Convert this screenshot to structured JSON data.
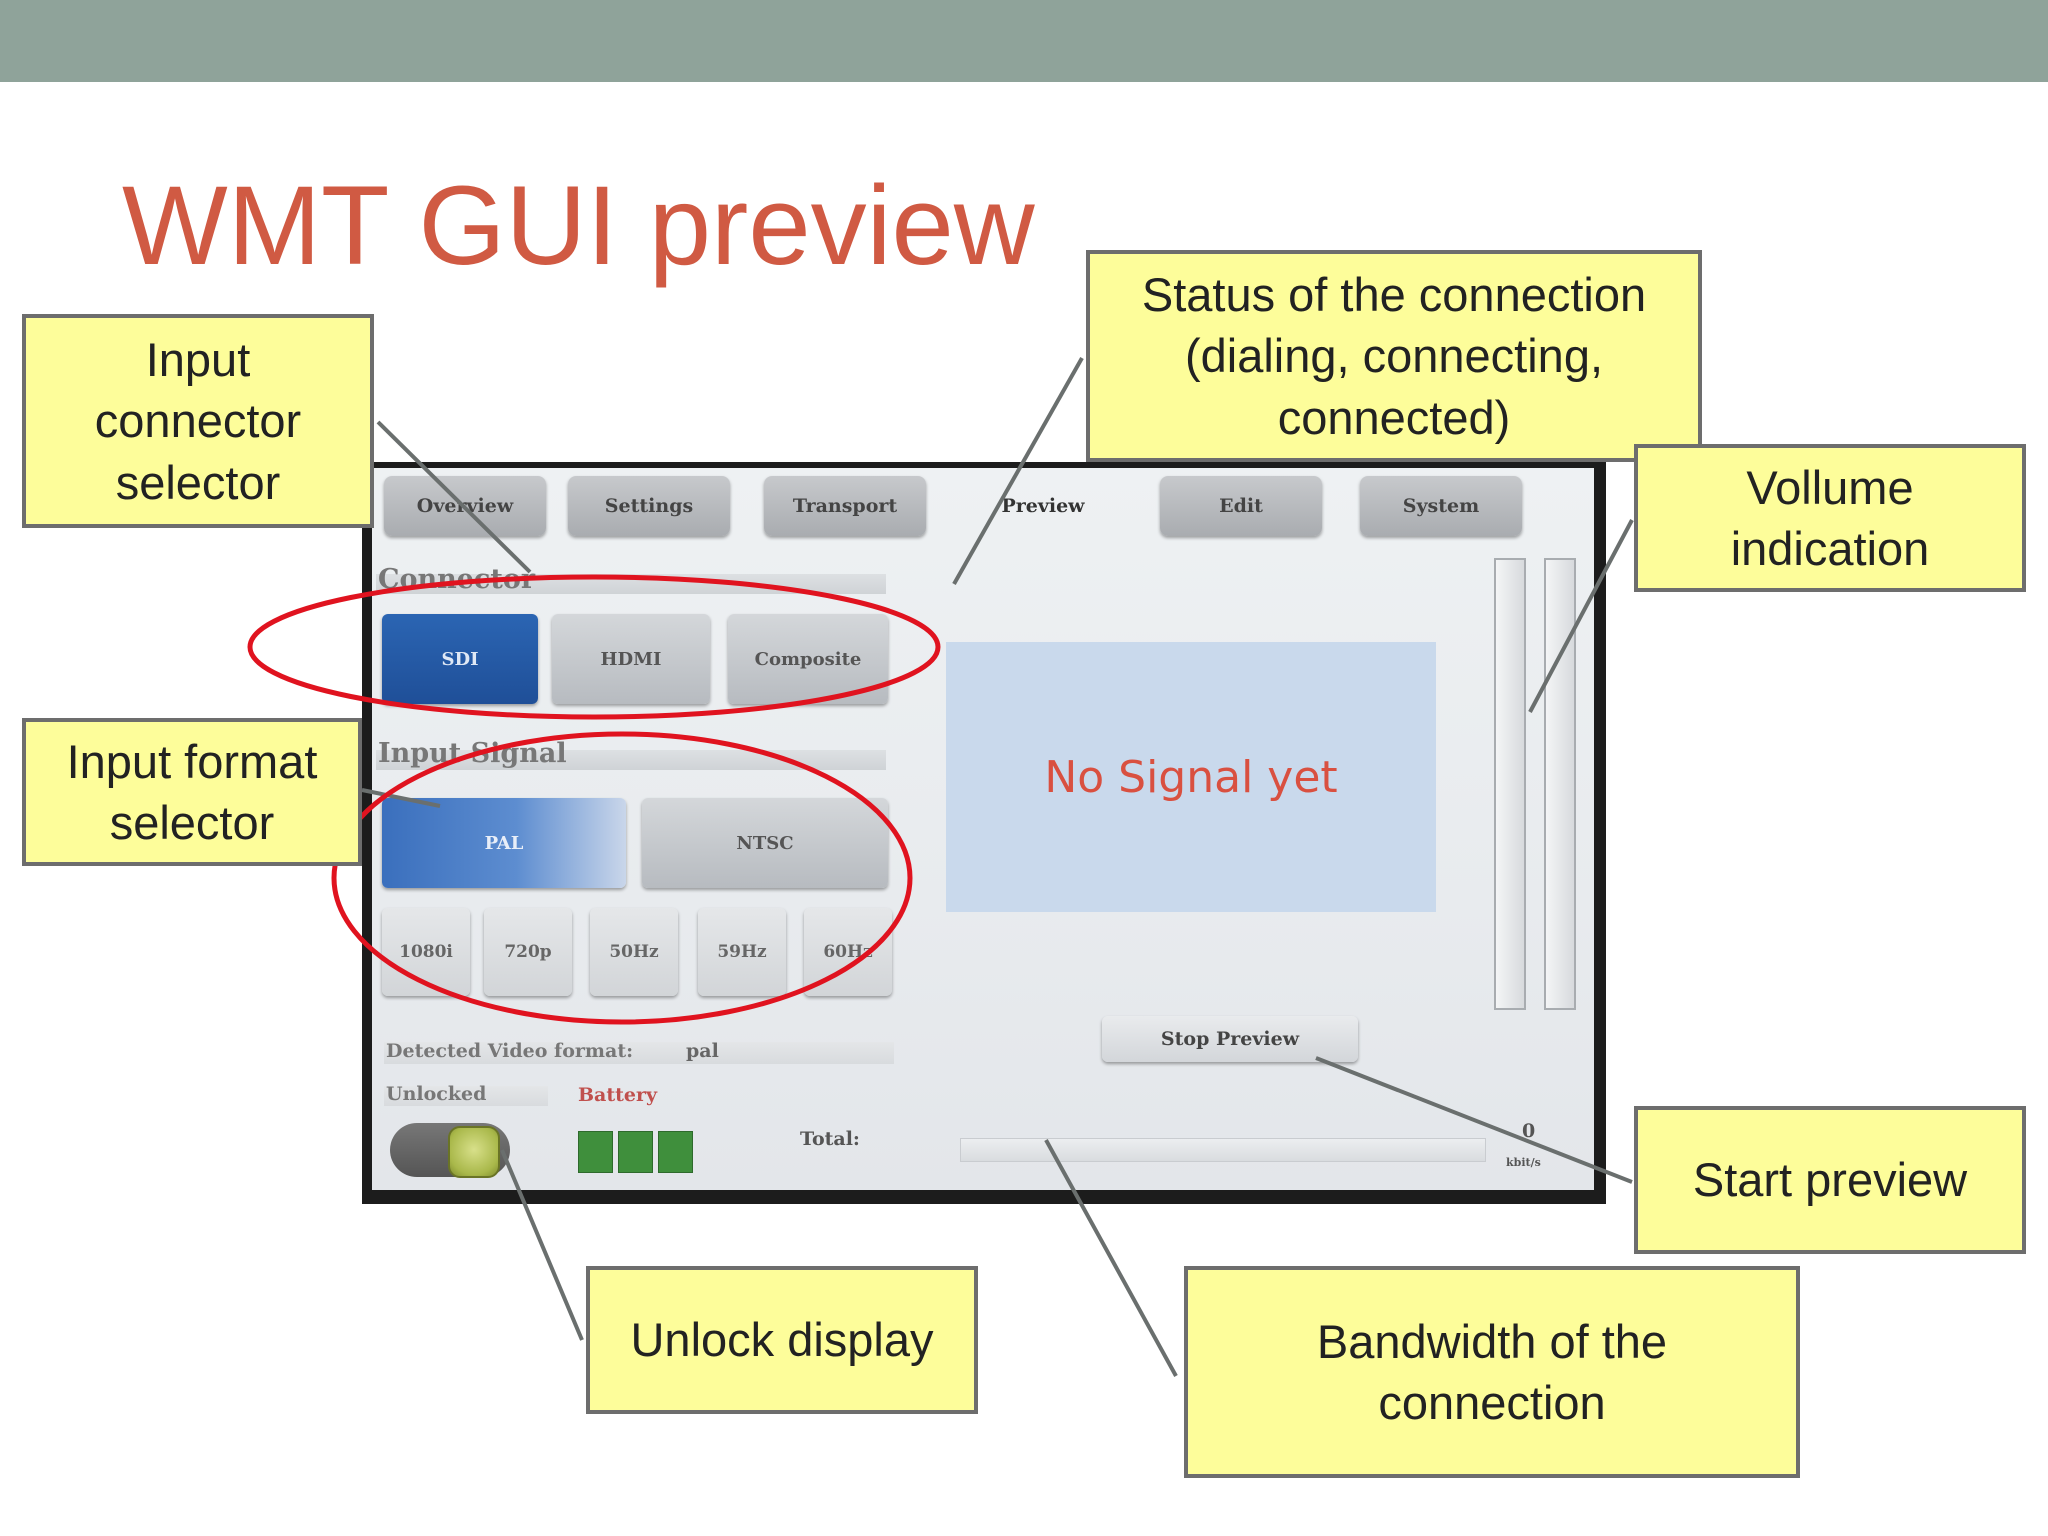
{
  "slide": {
    "title": "WMT GUI preview"
  },
  "gui": {
    "tabs": [
      {
        "label": "Overview"
      },
      {
        "label": "Settings"
      },
      {
        "label": "Transport"
      },
      {
        "label": "Preview"
      },
      {
        "label": "Edit"
      },
      {
        "label": "System"
      }
    ],
    "active_tab": "Preview",
    "connector_label": "Connector",
    "connector_options": [
      "SDI",
      "HDMI",
      "Composite"
    ],
    "connector_selected": "SDI",
    "input_signal_label": "Input Signal",
    "format_options": [
      "PAL",
      "NTSC"
    ],
    "format_selected": "PAL",
    "rate_options": [
      "1080i",
      "720p",
      "50Hz",
      "59Hz",
      "60Hz"
    ],
    "detected_format_label": "Detected Video format:",
    "detected_format_value": "pal",
    "lock_label": "Unlocked",
    "battery_label": "Battery",
    "battery_cells": 3,
    "total_label": "Total:",
    "bandwidth_value": "0",
    "bandwidth_unit": "kbit/s",
    "preview_message": "No Signal yet",
    "stop_preview_label": "Stop Preview"
  },
  "callouts": {
    "input_connector": "Input connector selector",
    "input_format": "Input format selector",
    "status": "Status of the connection (dialing, connecting, connected)",
    "volume": "Vollume indication",
    "start_preview": "Start preview",
    "unlock": "Unlock display",
    "bandwidth": "Bandwidth of the connection"
  },
  "colors": {
    "header_bar": "#8fa39a",
    "title": "#d05a43",
    "callout_fill": "#fdfd9a",
    "highlight_ellipse": "#e0131f",
    "selected_button": "#2b65b3"
  }
}
